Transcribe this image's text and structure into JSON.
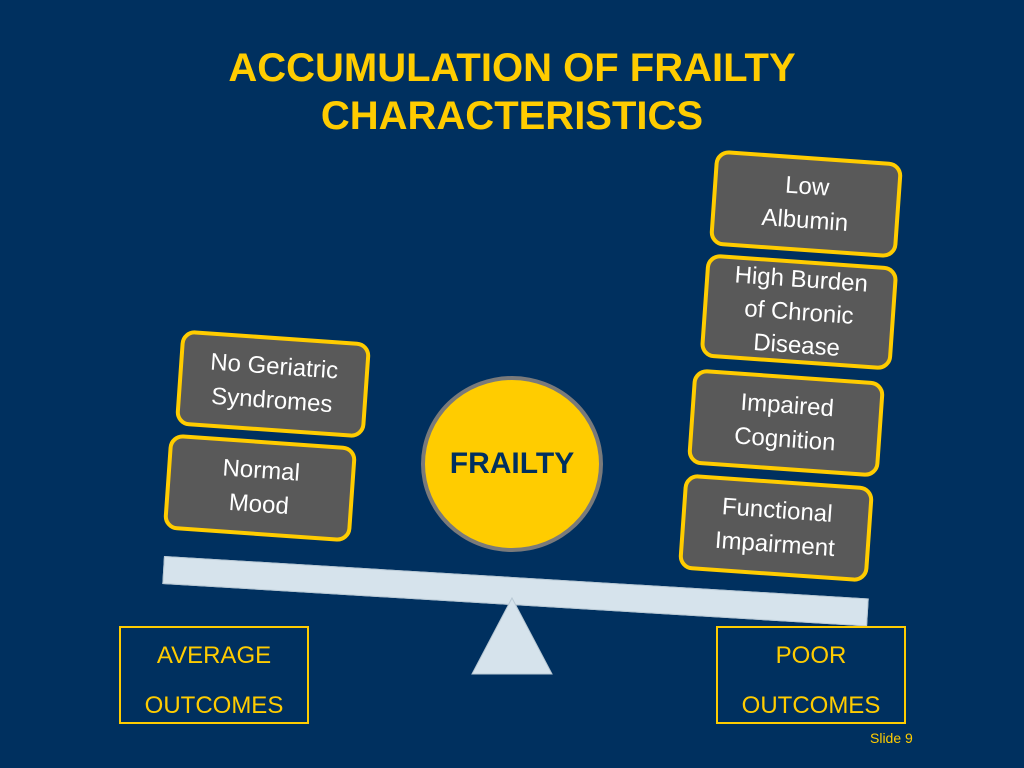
{
  "title": {
    "line1": "ACCUMULATION OF FRAILTY",
    "line2": "CHARACTERISTICS"
  },
  "center": {
    "label": "FRAILTY"
  },
  "left_boxes": [
    {
      "line1": "No Geriatric",
      "line2": "Syndromes"
    },
    {
      "line1": "Normal",
      "line2": "Mood"
    }
  ],
  "right_boxes": [
    {
      "line1": "Low",
      "line2": "Albumin"
    },
    {
      "line1": "High Burden",
      "line2": "of Chronic",
      "line3": "Disease"
    },
    {
      "line1": "Impaired",
      "line2": "Cognition"
    },
    {
      "line1": "Functional",
      "line2": "Impairment"
    }
  ],
  "outcomes": {
    "left": {
      "line1": "AVERAGE",
      "line2": "OUTCOMES"
    },
    "right": {
      "line1": "POOR",
      "line2": "OUTCOMES"
    }
  },
  "footer": {
    "slide_label": "Slide 9"
  },
  "colors": {
    "background": "#00305f",
    "accent": "#ffcc00",
    "box_fill": "#595959",
    "beam": "#d6e3ec"
  }
}
